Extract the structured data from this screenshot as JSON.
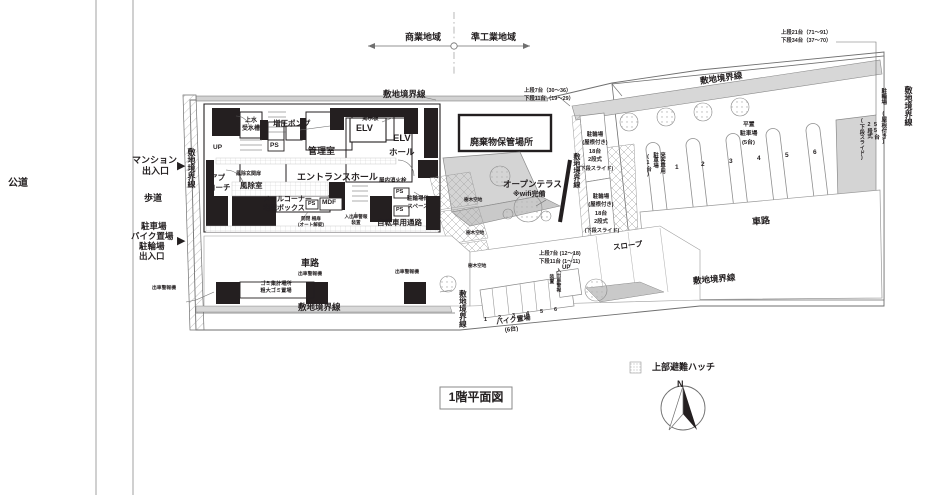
{
  "drawing": {
    "title": "1階平面図",
    "legend_hatch_label": "上部避難ハッチ",
    "north_letter": "N"
  },
  "zoning": {
    "left": "商業地域",
    "right": "準工業地域"
  },
  "offsite": {
    "public_road": "公道",
    "sidewalk": "歩道",
    "mansion_entrance": "マンション\n出入口",
    "mansion_entrance_l1": "マンション",
    "mansion_entrance_l2": "出入口",
    "parking_entrance_l1": "駐車場",
    "parking_entrance_l2": "バイク置場",
    "parking_entrance_l3": "駐輪場",
    "parking_entrance_l4": "出入口",
    "arrow_glyph": "▶"
  },
  "boundary_lines": {
    "top": "敷地境界線",
    "left": "敷地境界線",
    "bottom": "敷地境界線",
    "right_upper": "敷地境界線",
    "right_far": "敷地境界線",
    "diagonal_mid": "敷地境界線",
    "lower_diagonal": "敷地境界線"
  },
  "building": {
    "rooms": [
      {
        "name": "管理室"
      },
      {
        "name": "ELV"
      },
      {
        "name": "ELV\nホール"
      },
      {
        "name": "エントランスホール"
      },
      {
        "name": "風除室"
      },
      {
        "name": "アプ\nローチ"
      },
      {
        "name": "廃棄物保管場所"
      }
    ],
    "elv_label": "ELV",
    "elv_hall_l1": "ELV",
    "elv_hall_l2": "ホール",
    "kanri_label": "管理室",
    "entrance_hall_label": "エントランスホール",
    "fuujoshitsu_label": "風除室",
    "approach_l1": "アプ",
    "approach_l2": "ローチ",
    "haikibutsu_label": "廃棄物保管場所",
    "mail_corner_l1": "メールコーナー",
    "mail_corner_l2": "宅配ボックス",
    "booster_pump": "増圧ポンプ",
    "water_tank_l1": "上水",
    "water_tank_l2": "受水槽",
    "ps_1": "PS",
    "ps_2": "PS",
    "ps_3": "PS",
    "ps_4": "PS",
    "mdf": "MDF",
    "up": "UP",
    "keijiban": "掲示板",
    "okunai_shoukasen": "屋内消火栓",
    "chuurinjou_space_l1": "駐輪場他",
    "chuurinjou_space_l2": "スペース",
    "bicycle_passage": "自転車用通路",
    "nyuusha_keihouki_l1": "入出車警報",
    "nyuusha_keihouki_l2": "装置",
    "kaiheki_l1": "開閉 柵扉",
    "kaiheki_l2": "(オート解錠)",
    "fuujo_genkan": "風除玄関扉"
  },
  "site": {
    "open_terrace_l1": "オープンテラス",
    "open_terrace_l2": "※wifi完備",
    "vehicle_road": "車路",
    "vehicle_road_right": "車路",
    "slope": "スロープ",
    "up_mark": "UP",
    "gomi_l1": "ゴミ集計場所",
    "gomi_l2": "粗大ゴミ置場",
    "alarm_1": "出車警報機",
    "alarm_2": "出車警報機",
    "alarm_3": "出車警報機",
    "shokusai_1": "樹木空地",
    "shokusai_2": "樹木空地",
    "shokusai_3": "樹木空地"
  },
  "parking": {
    "visitor_l1": "来客専用",
    "visitor_l2": "駐車場",
    "visitor_l3": "(1台)",
    "flat_l1": "平置",
    "flat_l2": "駐車場",
    "flat_l3": "(5台)",
    "stall_numbers": [
      "1",
      "2",
      "3",
      "4",
      "5",
      "6"
    ],
    "bike_area_l1": "バイク置場",
    "bike_area_l2": "(6台)",
    "bike_numbers": [
      "1",
      "2",
      "3",
      "4",
      "5",
      "6"
    ],
    "bike_alarm_l1": "入出車警報",
    "bike_alarm_l2": "装置"
  },
  "bicycle_parking": {
    "block_a": {
      "l1": "駐輪場",
      "l2": "(屋根付き)",
      "l3": "18台",
      "l4": "2段式",
      "l5": "(下段スライド)"
    },
    "block_b": {
      "l1": "駐輪場",
      "l2": "(屋根付き)",
      "l3": "18台",
      "l4": "2段式",
      "l5": "(下段スライド)"
    },
    "block_c": {
      "l1": "駐輪場 (屋根付き)",
      "l2": "55台",
      "l3": "2段式",
      "l4": "(下段スライド)"
    },
    "callout_left": {
      "upper": "上段7台（30～36）",
      "lower": "下段11台（19～29）"
    },
    "callout_right": {
      "upper": "上段21台（71～91）",
      "lower": "下段34台（37～70）"
    },
    "callout_bottom": {
      "upper": "上段7台  (12～18)",
      "lower": "下段11台  (1～11)"
    }
  },
  "colors": {
    "ink": "#231f20",
    "wall_fill": "#241f20",
    "light_gray": "#d9d9d9",
    "mid_gray": "#bfbfbf",
    "pale": "#efefef",
    "line": "#6b6b6b"
  }
}
